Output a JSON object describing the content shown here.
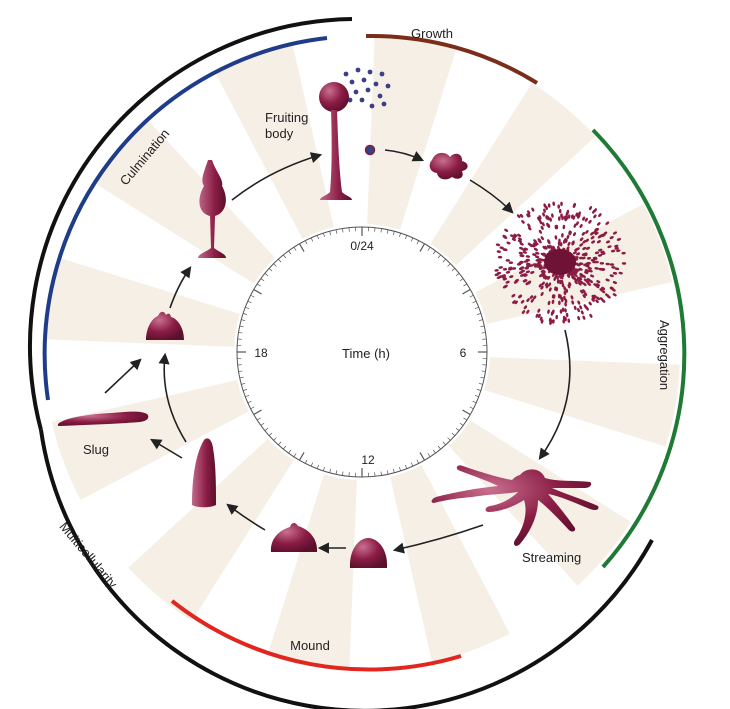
{
  "colors": {
    "growth": "#7a2e1a",
    "aggregation": "#1e7a34",
    "culmination": "#1f3c88",
    "mound": "#e0261f",
    "outer_ring": "#111111",
    "organism": "#8b1d45",
    "wedge": "#f6efe6",
    "arrow": "#222222"
  },
  "clock": {
    "center_label": "Time (h)",
    "hour_labels": [
      "0/24",
      "6",
      "12",
      "18"
    ]
  },
  "phase_arcs": {
    "growth": "Growth",
    "aggregation": "Aggregation",
    "mound": "Mound",
    "culmination": "Culmination",
    "multicellularity": "Multicellularity"
  },
  "stages": {
    "fruiting_body_line1": "Fruiting",
    "fruiting_body_line2": "body",
    "streaming": "Streaming",
    "slug": "Slug"
  },
  "icons": [
    "spore-dots-icon",
    "amoeba-icon",
    "aggregation-cloud-icon",
    "streaming-icon",
    "mound-icon",
    "tipped-mound-icon",
    "finger-icon",
    "slug-icon",
    "early-culminant-icon",
    "culminant-icon",
    "fruiting-body-icon"
  ]
}
